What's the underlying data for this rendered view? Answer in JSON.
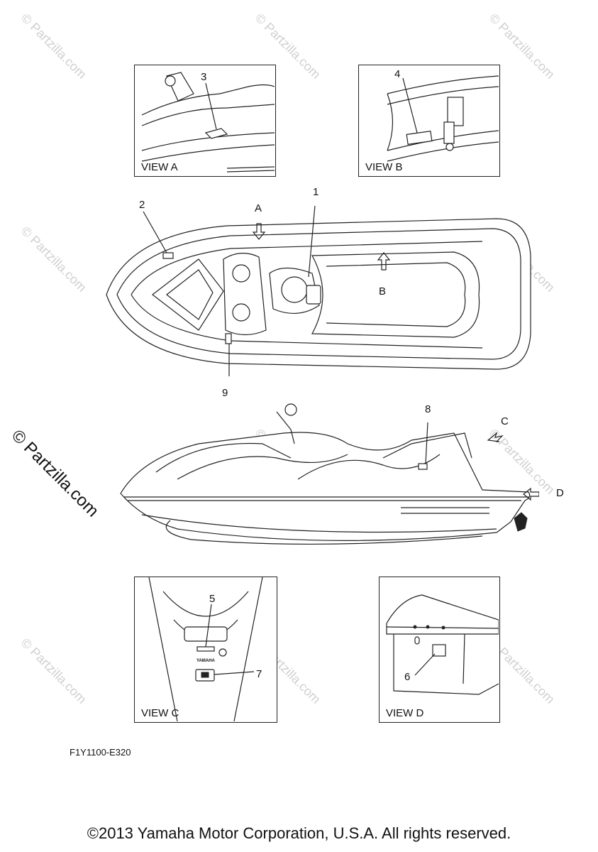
{
  "views": {
    "a": {
      "label": "VIEW A",
      "callout": "3"
    },
    "b": {
      "label": "VIEW B",
      "callout": "4"
    },
    "c": {
      "label": "VIEW C",
      "callout_5": "5",
      "callout_7": "7",
      "brand": "YAMAHA"
    },
    "d": {
      "label": "VIEW D",
      "callout": "6"
    }
  },
  "top_view": {
    "callout_1": "1",
    "callout_2": "2",
    "callout_9": "9",
    "arrow_a": "A",
    "arrow_b": "B"
  },
  "side_view": {
    "callout_8": "8",
    "arrow_c": "C",
    "arrow_d": "D"
  },
  "drawing_code": "F1Y1100-E320",
  "copyright": "©2013 Yamaha Motor Corporation, U.S.A. All rights reserved.",
  "watermark": {
    "text": "© Partzilla.com",
    "side_text": "© Partzilla.com"
  }
}
